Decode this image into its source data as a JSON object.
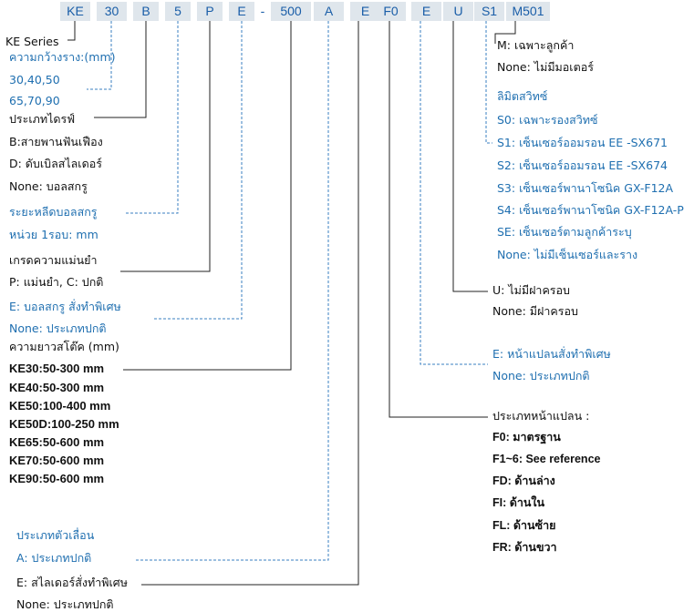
{
  "code_parts": [
    "KE",
    "30",
    "B",
    "5",
    "P",
    "E",
    "-",
    "500",
    "A",
    "E",
    "F0",
    "E",
    "U",
    "S1",
    "M501"
  ],
  "left": {
    "series": "KE Series",
    "rail_width_title": "ความกว้างราง:(mm)",
    "rail_width_1": "30,40,50",
    "rail_width_2": "65,70,90",
    "drive_title": "ประเภทไดรฟ์",
    "drive_b": "B:สายพานฟันเฟือง",
    "drive_d": "D: ดับเบิลสไลเดอร์",
    "drive_none": "None: บอลสกรู",
    "lead_title": "ระยะหลีดบอลสกรู",
    "lead_unit": "หน่วย 1รอบ: mm",
    "precision_title": "เกรดความแม่นยำ",
    "precision_values": "P: แม่นยำ, C: ปกติ",
    "ballscrew_special": "E: บอลสกรู สั่งทำพิเศษ",
    "ballscrew_none": "None: ประเภทปกติ",
    "stroke_title": "ความยาวสโต๊ค (mm)",
    "strokes": [
      "KE30:50-300 mm",
      "KE40:50-300 mm",
      "KE50:100-400 mm",
      "KE50D:100-250 mm",
      "KE65:50-600 mm",
      "KE70:50-600 mm",
      "KE90:50-600 mm"
    ],
    "slider_title": "ประเภทตัวเลื่อน",
    "slider_a": "A: ประเภทปกติ",
    "slider_e": "E: สไลเดอร์สั่งทำพิเศษ",
    "slider_none": "None: ประเภทปกติ"
  },
  "right": {
    "motor_m": "M: เฉพาะลูกค้า",
    "motor_none": "None: ไม่มีมอเตอร์",
    "limit_title": "ลิมิตสวิทซ์",
    "limit_items": [
      "S0: เฉพาะรองสวิทซ์",
      "S1: เซ็นเซอร์ออมรอน EE -SX671",
      "S2: เซ็นเซอร์ออมรอน EE -SX674",
      "S3: เซ็นเซอร์พานาโซนิค GX-F12A",
      "S4: เซ็นเซอร์พานาโซนิค GX-F12A-P",
      "SE: เซ็นเซอร์ตามลูกค้าระบุ",
      "None: ไม่มีเซ็นเซอร์และราง"
    ],
    "cover_u": "U: ไม่มีฝาครอบ",
    "cover_none": "None: มีฝาครอบ",
    "flange_special": "E: หน้าแปลนสั่งทำพิเศษ",
    "flange_normal": "None: ประเภทปกติ",
    "flange_title": "ประเภทหน้าแปลน :",
    "flange_items": [
      "F0: มาตรฐาน",
      "F1~6: See reference",
      "FD: ด้านล่าง",
      "FI: ด้านใน",
      "FL: ด้านซ้าย",
      "FR: ด้านขวา"
    ]
  },
  "colors": {
    "code_bg": "#dfe6ec",
    "code_text": "#1a5ea8",
    "blue_text": "#1f6fb0",
    "dashed_line": "#3a7fc0",
    "solid_line": "#222222"
  }
}
